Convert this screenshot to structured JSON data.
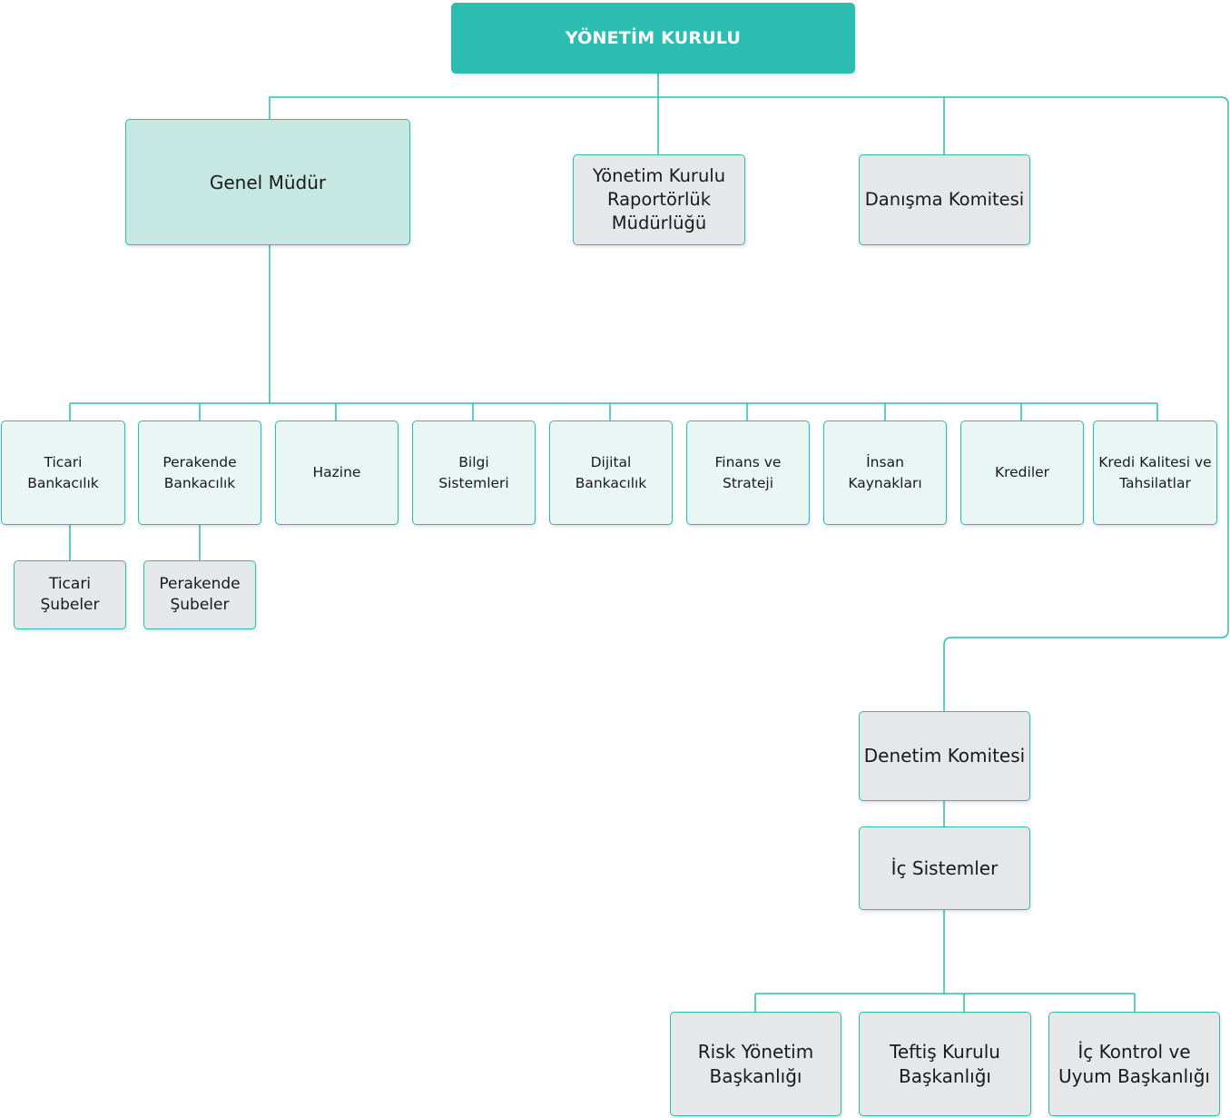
{
  "colors": {
    "accent": "#2bbdb0",
    "gm_fill": "#c7e8e2",
    "dept_fill": "#e9f6f3",
    "gray_fill": "#e6e7e9"
  },
  "board": "YÖNETİM KURULU",
  "general_manager": "Genel Müdür",
  "reporting": "Yönetim Kurulu\nRaportörlük\nMüdürlüğü",
  "advisory": "Danışma Komitesi",
  "departments": [
    "Ticari\nBankacılık",
    "Perakende\nBankacılık",
    "Hazine",
    "Bilgi\nSistemleri",
    "Dijital\nBankacılık",
    "Finans ve\nStrateji",
    "İnsan\nKaynakları",
    "Krediler",
    "Kredi Kalitesi ve\nTahsilatlar"
  ],
  "branches": {
    "commercial": "Ticari\nŞubeler",
    "retail": "Perakende\nŞubeler"
  },
  "audit_committee": "Denetim Komitesi",
  "internal_systems": "İç Sistemler",
  "internal_units": [
    "Risk Yönetim\nBaşkanlığı",
    "Teftiş Kurulu\nBaşkanlığı",
    "İç Kontrol ve\nUyum Başkanlığı"
  ]
}
